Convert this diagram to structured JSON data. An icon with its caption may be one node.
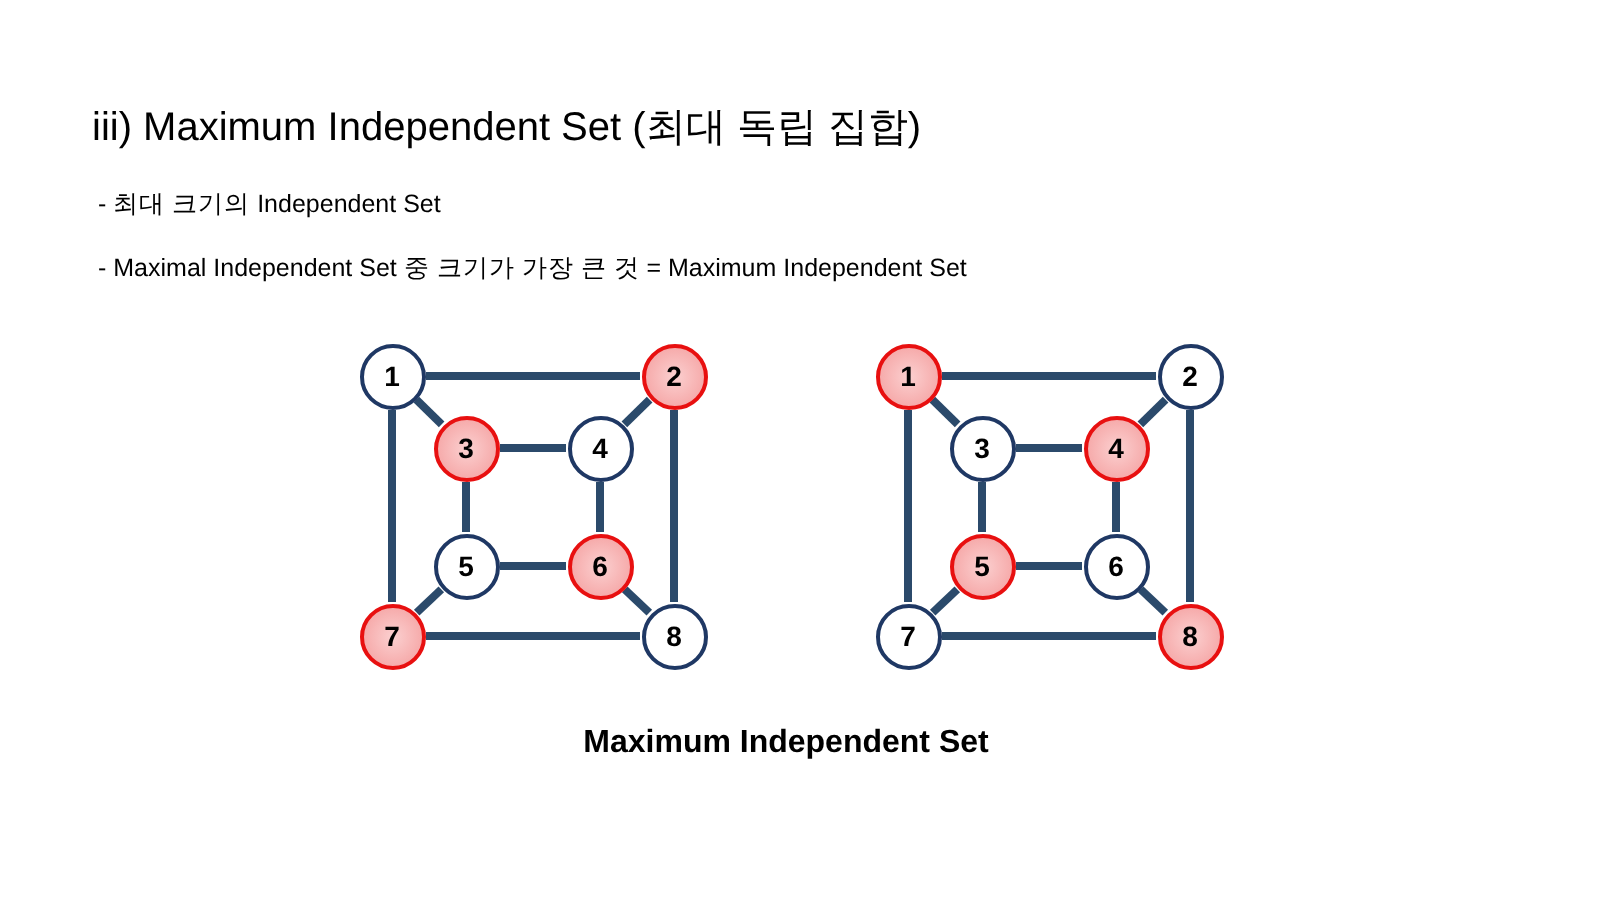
{
  "diagram": {
    "title": "iii) Maximum Independent Set (최대 독립 집합)",
    "caption": "Maximum Independent Set",
    "labels": [
      "- 최대 크기의 Independent Set",
      "- Maximal Independent Set 중 크기가 가장 큰 것 = Maximum Independent Set"
    ],
    "nodes": [
      {
        "text": [
          "1"
        ]
      },
      {
        "text": [
          "2"
        ]
      },
      {
        "text": [
          "3"
        ]
      },
      {
        "text": [
          "4"
        ]
      },
      {
        "text": [
          "5"
        ]
      },
      {
        "text": [
          "6"
        ]
      },
      {
        "text": [
          "7"
        ]
      },
      {
        "text": [
          "8"
        ]
      },
      {
        "text": [
          "1"
        ]
      },
      {
        "text": [
          "2"
        ]
      },
      {
        "text": [
          "3"
        ]
      },
      {
        "text": [
          "4"
        ]
      },
      {
        "text": [
          "5"
        ]
      },
      {
        "text": [
          "6"
        ]
      },
      {
        "text": [
          "7"
        ]
      },
      {
        "text": [
          "8"
        ]
      }
    ],
    "edges": [
      {
        "from": 0,
        "to": 1,
        "arrow": "none"
      },
      {
        "from": 0,
        "to": 2,
        "arrow": "none"
      },
      {
        "from": 0,
        "to": 6,
        "arrow": "none"
      },
      {
        "from": 1,
        "to": 3,
        "arrow": "none"
      },
      {
        "from": 1,
        "to": 7,
        "arrow": "none"
      },
      {
        "from": 2,
        "to": 3,
        "arrow": "none"
      },
      {
        "from": 2,
        "to": 4,
        "arrow": "none"
      },
      {
        "from": 3,
        "to": 5,
        "arrow": "none"
      },
      {
        "from": 4,
        "to": 5,
        "arrow": "none"
      },
      {
        "from": 4,
        "to": 6,
        "arrow": "none"
      },
      {
        "from": 5,
        "to": 7,
        "arrow": "none"
      },
      {
        "from": 6,
        "to": 7,
        "arrow": "none"
      },
      {
        "from": 8,
        "to": 9,
        "arrow": "none"
      },
      {
        "from": 8,
        "to": 10,
        "arrow": "none"
      },
      {
        "from": 8,
        "to": 14,
        "arrow": "none"
      },
      {
        "from": 9,
        "to": 11,
        "arrow": "none"
      },
      {
        "from": 9,
        "to": 15,
        "arrow": "none"
      },
      {
        "from": 10,
        "to": 11,
        "arrow": "none"
      },
      {
        "from": 10,
        "to": 12,
        "arrow": "none"
      },
      {
        "from": 11,
        "to": 13,
        "arrow": "none"
      },
      {
        "from": 12,
        "to": 13,
        "arrow": "none"
      },
      {
        "from": 12,
        "to": 14,
        "arrow": "none"
      },
      {
        "from": 13,
        "to": 15,
        "arrow": "none"
      },
      {
        "from": 14,
        "to": 15,
        "arrow": "none"
      }
    ]
  }
}
